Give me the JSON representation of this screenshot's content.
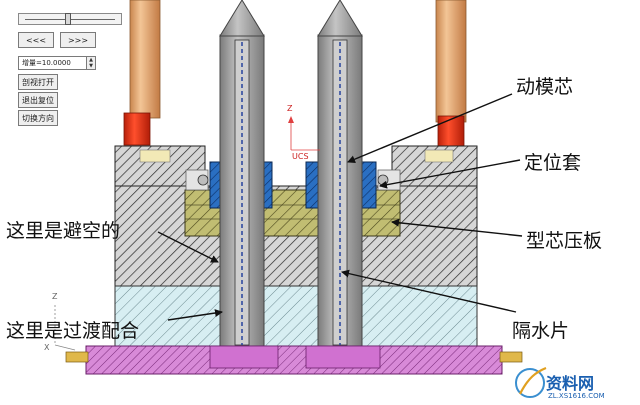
{
  "controls": {
    "slider_value": 0.48,
    "prev_button": "<<<",
    "next_button": ">>>",
    "increment_field": "增量=10.0000",
    "button_section_open": "剖视打开",
    "button_exit_reset": "退出复位",
    "button_switch_direction": "切换方向"
  },
  "axes": {
    "ucs_label": "UCS",
    "z_label": "Z",
    "z_label_left": "Z",
    "x_label_left": "X"
  },
  "callouts": {
    "moving_core": "动模芯",
    "locating_sleeve": "定位套",
    "core_plate": "型芯压板",
    "relief_note": "这里是避空的",
    "transition_fit_note": "这里是过渡配合",
    "baffle": "隔水片"
  },
  "watermark": {
    "text": "资料网",
    "url": "ZL.XS1616.COM"
  },
  "colors": {
    "panel_bg": "#efefef",
    "core_gray": "#9a9a9a",
    "sleeve_blue": "#1f63b8",
    "plate_olive": "#b8b46a",
    "pipe_copper": "#d9a066",
    "cap_red": "#e03a1a",
    "hatch_lightblue": "#cfe9ee",
    "base_magenta": "#d67ad6"
  }
}
